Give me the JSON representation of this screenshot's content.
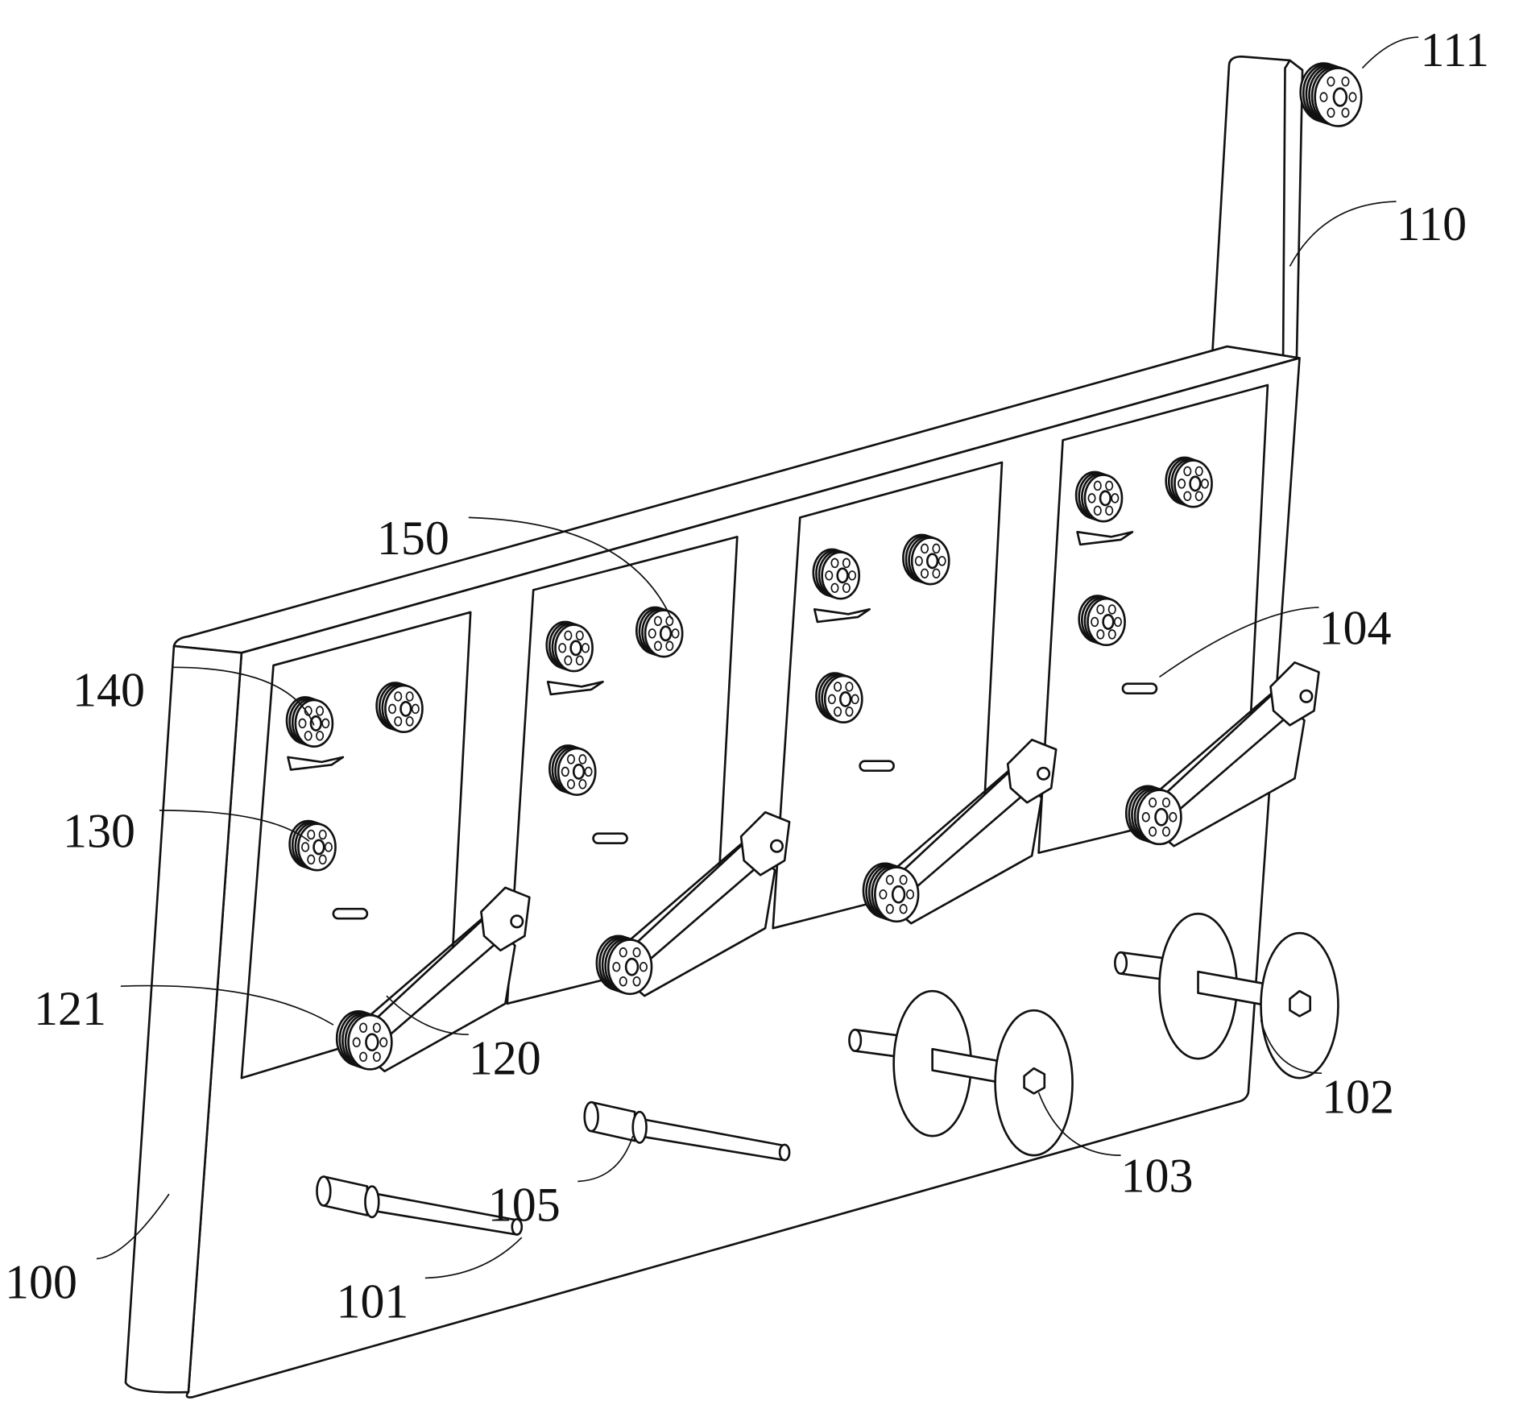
{
  "figure": {
    "labels": {
      "l100": "100",
      "l101": "101",
      "l102": "102",
      "l103": "103",
      "l104": "104",
      "l105": "105",
      "l110": "110",
      "l111": "111",
      "l120": "120",
      "l121": "121",
      "l130": "130",
      "l140": "140",
      "l150": "150"
    }
  }
}
